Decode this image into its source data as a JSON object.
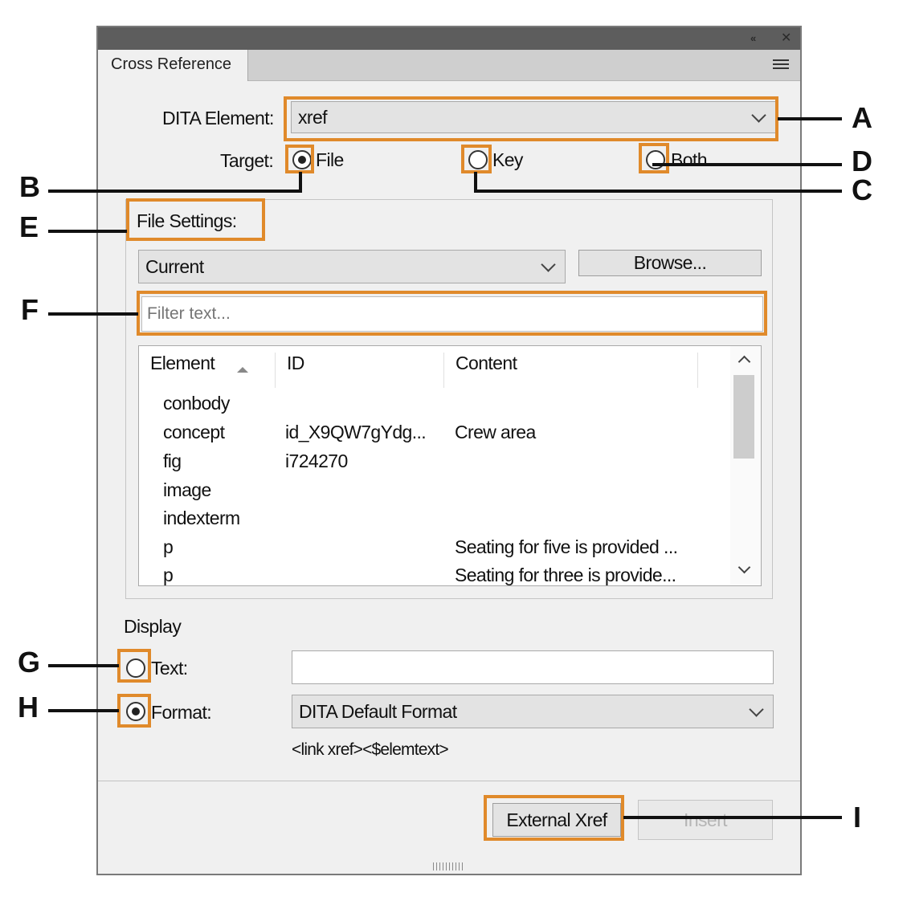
{
  "panel": {
    "title_icons": {
      "collapse": "«",
      "close": "✕"
    },
    "tab_label": "Cross Reference",
    "menu_icon": "hamburger-menu-icon"
  },
  "dita_element": {
    "label": "DITA Element:",
    "value": "xref"
  },
  "target": {
    "label": "Target:",
    "options": [
      {
        "label": "File",
        "selected": true
      },
      {
        "label": "Key",
        "selected": false
      },
      {
        "label": "Both",
        "selected": false
      }
    ]
  },
  "file_settings": {
    "label": "File Settings:",
    "file_value": "Current",
    "browse_label": "Browse...",
    "filter_placeholder": "Filter text..."
  },
  "element_list": {
    "columns": [
      "Element",
      "ID",
      "Content"
    ],
    "rows": [
      {
        "element": "conbody",
        "id": "",
        "content": ""
      },
      {
        "element": "concept",
        "id": "id_X9QW7gYdg...",
        "content": "Crew area"
      },
      {
        "element": "fig",
        "id": "i724270",
        "content": ""
      },
      {
        "element": "image",
        "id": "",
        "content": ""
      },
      {
        "element": "indexterm",
        "id": "",
        "content": ""
      },
      {
        "element": "p",
        "id": "",
        "content": "Seating for five is provided ..."
      },
      {
        "element": "p",
        "id": "",
        "content": "Seating for three is provide..."
      }
    ]
  },
  "display": {
    "label": "Display",
    "text_label": "Text:",
    "text_value": "",
    "format_label": "Format:",
    "format_value": "DITA Default Format",
    "format_preview": "<link xref><$elemtext>"
  },
  "buttons": {
    "external_xref": "External Xref",
    "insert": "Insert"
  },
  "callouts": {
    "a": "A",
    "b": "B",
    "c": "C",
    "d": "D",
    "e": "E",
    "f": "F",
    "g": "G",
    "h": "H",
    "i": "I"
  },
  "colors": {
    "highlight": "#e08a2b",
    "panel_bg": "#f0f0f0",
    "titlebar": "#5d5d5d"
  }
}
